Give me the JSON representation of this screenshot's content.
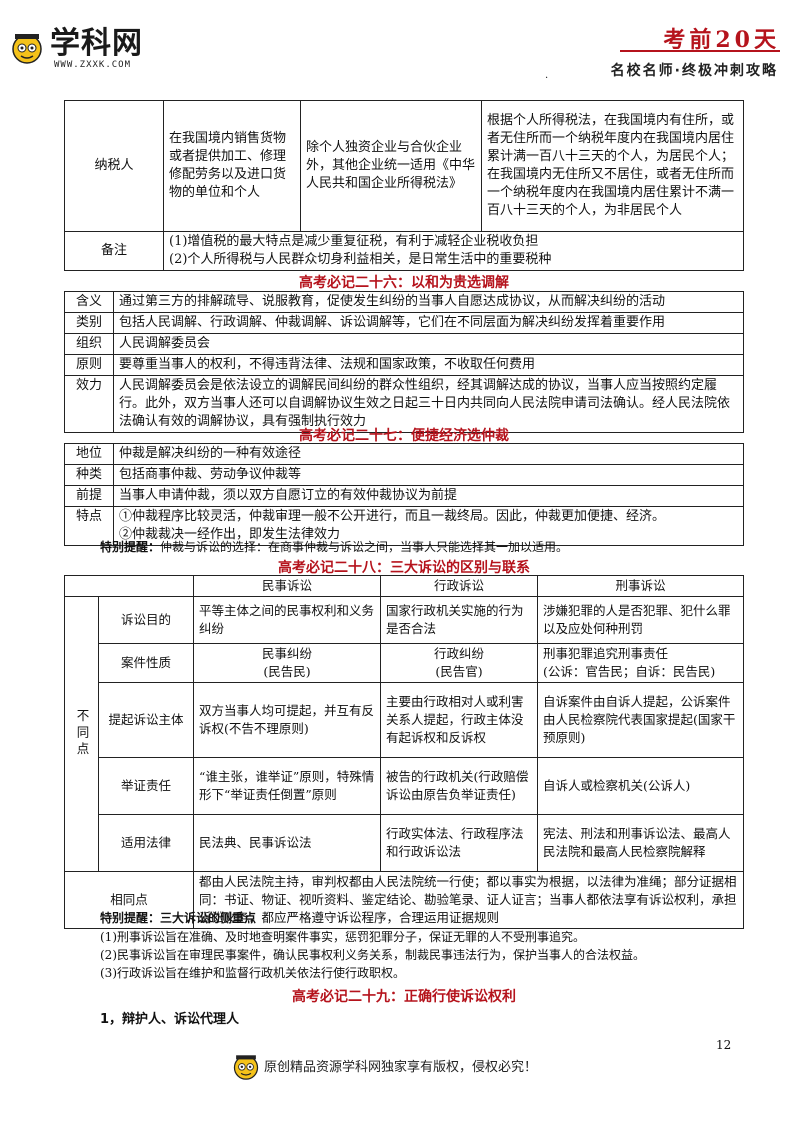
{
  "header": {
    "logo_text": "学科网",
    "logo_url": "WWW.ZXXK.COM",
    "days": "考前20天",
    "slogan": "名校名师·终极冲刺攻略",
    "dot": "."
  },
  "tax_table": {
    "row_label": "纳税人",
    "col1": "在我国境内销售货物或者提供加工、修理修配劳务以及进口货物的单位和个人",
    "col2": "除个人独资企业与合伙企业外，其他企业统一适用《中华人民共和国企业所得税法》",
    "col3": "根据个人所得税法，在我国境内有住所，或者无住所而一个纳税年度内在我国境内居住累计满一百八十三天的个人，为居民个人；在我国境内无住所又不居住，或者无住所而一个纳税年度内在我国境内居住累计不满一百八十三天的个人，为非居民个人",
    "remark_label": "备注",
    "remark_1": "(1)增值税的最大特点是减少重复征税，有利于减轻企业税收负担",
    "remark_2": "(2)个人所得税与人民群众切身利益相关，是日常生活中的重要税种"
  },
  "sec26": {
    "title": "高考必记二十六：以和为贵选调解",
    "rows": [
      {
        "k": "含义",
        "v": "通过第三方的排解疏导、说服教育，促使发生纠纷的当事人自愿达成协议，从而解决纠纷的活动"
      },
      {
        "k": "类别",
        "v": "包括人民调解、行政调解、仲裁调解、诉讼调解等，它们在不同层面为解决纠纷发挥着重要作用"
      },
      {
        "k": "组织",
        "v": "人民调解委员会"
      },
      {
        "k": "原则",
        "v": "要尊重当事人的权利，不得违背法律、法规和国家政策，不收取任何费用"
      },
      {
        "k": "效力",
        "v": "人民调解委员会是依法设立的调解民间纠纷的群众性组织，经其调解达成的协议，当事人应当按照约定履行。此外，双方当事人还可以自调解协议生效之日起三十日内共同向人民法院申请司法确认。经人民法院依法确认有效的调解协议，具有强制执行效力"
      }
    ]
  },
  "sec27": {
    "title": "高考必记二十七：便捷经济选仲裁",
    "rows": [
      {
        "k": "地位",
        "v": "仲裁是解决纠纷的一种有效途径"
      },
      {
        "k": "种类",
        "v": "包括商事仲裁、劳动争议仲裁等"
      },
      {
        "k": "前提",
        "v": "当事人申请仲裁，须以双方自愿订立的有效仲裁协议为前提"
      },
      {
        "k": "特点",
        "v": "①仲裁程序比较灵活，仲裁审理一般不公开进行，而且一裁终局。因此，仲裁更加便捷、经济。\n②仲裁裁决一经作出，即发生法律效力"
      }
    ],
    "note_label": "特别提醒：",
    "note_text": "仲裁与诉讼的选择：在商事仲裁与诉讼之间，当事人只能选择其一加以适用。"
  },
  "sec28": {
    "title": "高考必记二十八：三大诉讼的区别与联系",
    "head": [
      "民事诉讼",
      "行政诉讼",
      "刑事诉讼"
    ],
    "diff_label": "不同点",
    "rows": [
      {
        "k": "诉讼目的",
        "a": "平等主体之间的民事权利和义务纠纷",
        "b": "国家行政机关实施的行为是否合法",
        "c": "涉嫌犯罪的人是否犯罪、犯什么罪以及应处何种刑罚"
      },
      {
        "k": "案件性质",
        "a": "民事纠纷\n(民告民)",
        "b": "行政纠纷\n(民告官)",
        "c": "刑事犯罪追究刑事责任\n(公诉：官告民；自诉：民告民)"
      },
      {
        "k": "提起诉讼主体",
        "a": "双方当事人均可提起，并互有反诉权(不告不理原则)",
        "b": "主要由行政相对人或利害关系人提起，行政主体没有起诉权和反诉权",
        "c": "自诉案件由自诉人提起，公诉案件由人民检察院代表国家提起(国家干预原则)"
      },
      {
        "k": "举证责任",
        "a": "“谁主张，谁举证”原则，特殊情形下“举证责任倒置”原则",
        "b": "被告的行政机关(行政赔偿诉讼由原告负举证责任)",
        "c": "自诉人或检察机关(公诉人)"
      },
      {
        "k": "适用法律",
        "a": "民法典、民事诉讼法",
        "b": "行政实体法、行政程序法和行政诉讼法",
        "c": "宪法、刑法和刑事诉讼法、最高人民法院和最高人民检察院解释"
      }
    ],
    "same_label": "相同点",
    "same_text": "都由人民法院主持，审判权都由人民法院统一行使；都以事实为根据，以法律为准绳；部分证据相同：书证、物证、视听资料、鉴定结论、勘验笔录、证人证言；当事人都依法享有诉讼权利，承担诉讼义务，都应严格遵守诉讼程序，合理运用证据规则",
    "note_label": "特别提醒：三大诉讼的侧重点",
    "notes": [
      "(1)刑事诉讼旨在准确、及时地查明案件事实，惩罚犯罪分子，保证无罪的人不受刑事追究。",
      "(2)民事诉讼旨在审理民事案件，确认民事权利义务关系，制裁民事违法行为，保护当事人的合法权益。",
      "(3)行政诉讼旨在维护和监督行政机关依法行使行政职权。"
    ]
  },
  "sec29": {
    "title": "高考必记二十九：正确行使诉讼权利",
    "item_1": "1，辩护人、诉讼代理人"
  },
  "footer": {
    "page_number": "12",
    "copyright": "原创精品资源学科网独家享有版权，侵权必究！"
  }
}
